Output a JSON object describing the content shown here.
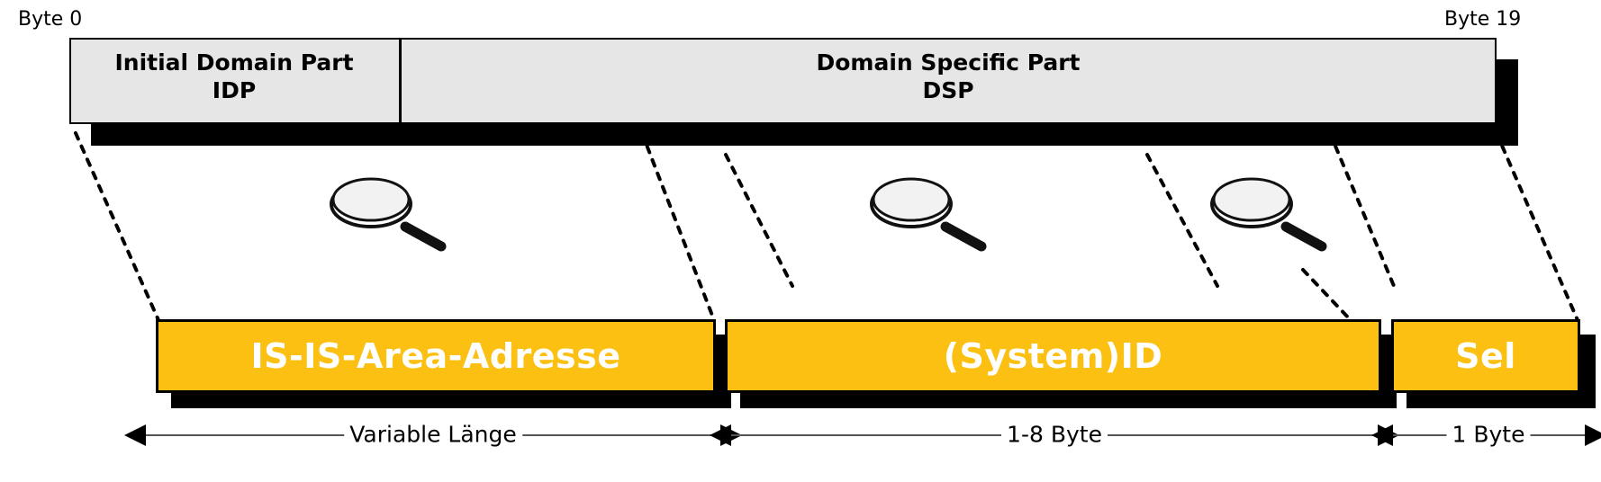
{
  "diagram": {
    "title_implicit": "NSAP / IS-IS Address Structure",
    "byte_markers": {
      "start": "Byte 0",
      "end": "Byte 19"
    },
    "top_fields": [
      {
        "name": "idp",
        "line1": "Initial Domain Part",
        "line2": "IDP"
      },
      {
        "name": "dsp",
        "line1": "Domain Specific Part",
        "line2": "DSP"
      }
    ],
    "bottom_fields": [
      {
        "name": "area",
        "label": "IS-IS-Area-Adresse",
        "size": "Variable Länge"
      },
      {
        "name": "system-id",
        "label": "(System)ID",
        "size": "1-8 Byte"
      },
      {
        "name": "selector",
        "label": "Sel",
        "size": "1 Byte"
      }
    ],
    "icons": {
      "magnifier": "magnifier-icon"
    },
    "colors": {
      "field_fill": "#fbc011",
      "header_fill": "#e6e6e6",
      "outline": "#000000",
      "label_text": "#ffffff",
      "shadow": "#000000"
    }
  }
}
